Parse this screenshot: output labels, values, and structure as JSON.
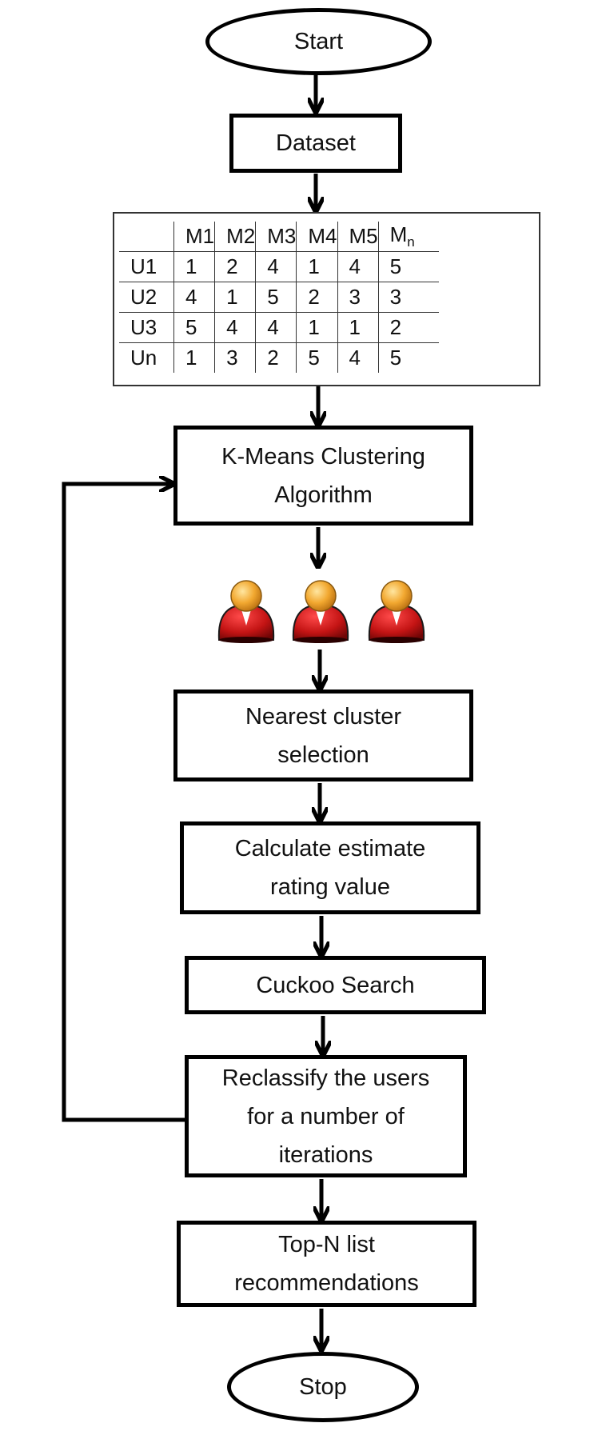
{
  "start": "Start",
  "dataset": "Dataset",
  "matrix": {
    "header": [
      "",
      "M1",
      "M2",
      "M3",
      "M4",
      "M5",
      "M"
    ],
    "header_sub": "n",
    "rows": [
      [
        "U1",
        "1",
        "2",
        "4",
        "1",
        "4",
        "5"
      ],
      [
        "U2",
        "4",
        "1",
        "5",
        "2",
        "3",
        "3"
      ],
      [
        "U3",
        "5",
        "4",
        "4",
        "1",
        "1",
        "2"
      ],
      [
        "Un",
        "1",
        "3",
        "2",
        "5",
        "4",
        "5"
      ]
    ]
  },
  "kmeans": [
    "K-Means Clustering",
    "Algorithm"
  ],
  "users_icon": "user-icon",
  "user_colors": {
    "head": "#f2a830",
    "body": "#c41414",
    "shirt": "#ffffff"
  },
  "nearest": [
    "Nearest cluster",
    "selection"
  ],
  "calculate": [
    "Calculate estimate",
    "rating value"
  ],
  "cuckoo": "Cuckoo Search",
  "reclassify": [
    "Reclassify the users",
    "for a number of",
    "iterations"
  ],
  "topn": [
    "Top-N list",
    "recommendations"
  ],
  "stop": "Stop"
}
